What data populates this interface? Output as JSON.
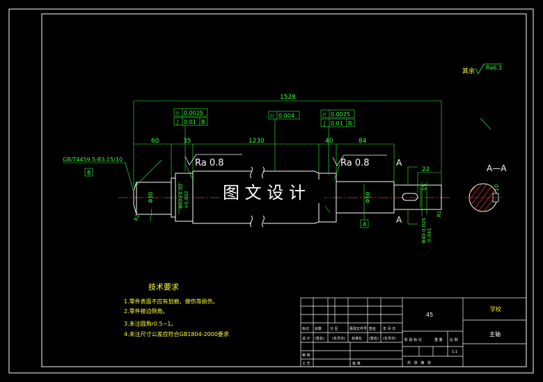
{
  "surface_finish": {
    "label": "其余",
    "value": "Ra6.3"
  },
  "dimensions": {
    "overall": "1528",
    "d60": "60",
    "d35": "35",
    "d1230": "1230",
    "d40": "40",
    "d84": "84",
    "d22": "22",
    "d15": "15",
    "d10": "10",
    "phi30": "Φ30",
    "phi50": "Φ50",
    "fit1": "Φ60+0.02",
    "fit1b": "+0.002",
    "fit2": "Φ40-0.025",
    "fit2b": "-0.041",
    "r1": "R1",
    "r1b": "R1"
  },
  "roughness": {
    "left": "Ra 0.8",
    "right": "Ra 0.8"
  },
  "tolerance_frames": {
    "left_top": {
      "symbol": "⌭",
      "value": "0.0025"
    },
    "left_bottom": {
      "symbol": "∫",
      "value": "0.01",
      "datum": "B"
    },
    "mid": {
      "symbol": "⌭",
      "value": "0.004"
    },
    "right_top": {
      "symbol": "⌭",
      "value": "0.0025"
    },
    "right_bottom": {
      "symbol": "∫",
      "value": "0.01",
      "datum": "B"
    }
  },
  "center_hole": {
    "spec": "GB/T4459.5-B3.15/10",
    "datum": "B"
  },
  "datum_a": "A",
  "section_marks": {
    "top": "A",
    "bottom": "A"
  },
  "section_label": "A—A",
  "watermark": "图 文 设 计",
  "tech_requirements": {
    "title": "技术要求",
    "items": [
      "1.零件表面不应有划痕、擦伤等损伤。",
      "2.零件棱边倒角。",
      "3.未注圆角r0.5~1。",
      "4.未注尺寸公差应符合GB1804-2000要求"
    ]
  },
  "title_block": {
    "material": "45",
    "company": "学校",
    "part_name": "主轴",
    "row_headers": [
      "标记",
      "处数",
      "分 区",
      "更改文件号",
      "签名",
      "年 月 日"
    ],
    "design_row": [
      "设 计",
      "(签名)",
      "(年月日)",
      "标准化",
      "(签名)",
      "(年月日)"
    ],
    "stage_header": "阶 段 标 记",
    "weight_header": "重 量",
    "scale_header": "比 例",
    "scale": "1:1",
    "review": "审 核",
    "process": "工 艺",
    "approve": "批 准",
    "sheets": "共   张   第   张"
  }
}
